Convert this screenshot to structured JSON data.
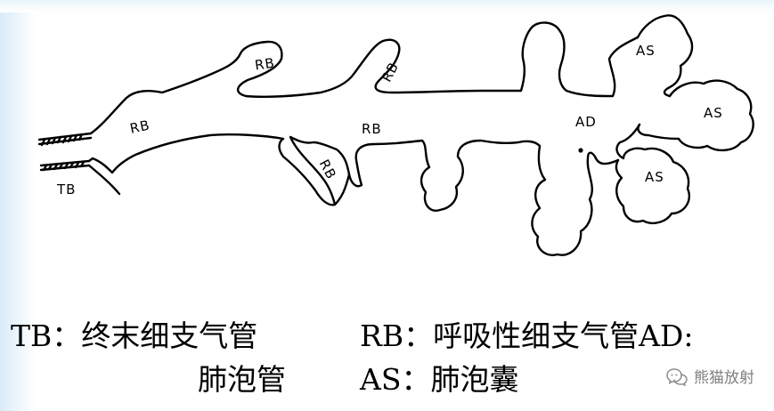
{
  "diagram": {
    "labels": {
      "tb": "TB",
      "rb_branch_left": "RB",
      "rb_branch_top_left": "RB",
      "rb_branch_top_right": "RB",
      "rb_duct_middle": "RB",
      "rb_branch_lower": "RB",
      "ad": "AD",
      "as_top": "AS",
      "as_right": "AS",
      "as_bottom": "AS"
    }
  },
  "legend": {
    "line1_left": "TB：终末细支气管",
    "line1_right": "RB：呼吸性细支气管AD:",
    "line2_left": "肺泡管",
    "line2_right": "AS：肺泡囊"
  },
  "watermark": {
    "text": "熊猫放射",
    "icon": "wechat-chat-bubble-icon"
  }
}
